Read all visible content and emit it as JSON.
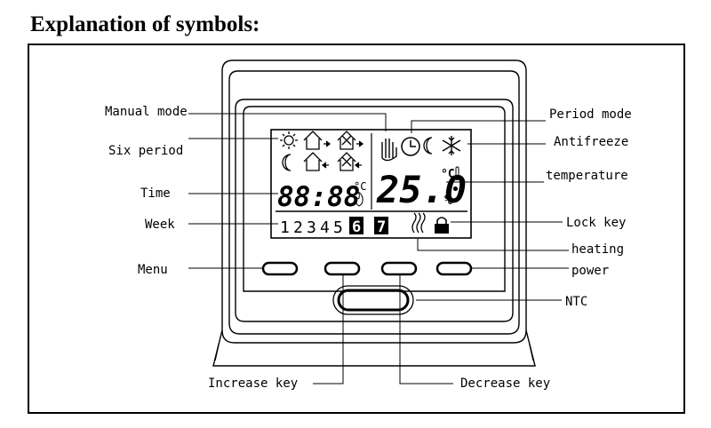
{
  "title": "Explanation of symbols:",
  "labels": {
    "manual_mode": "Manual mode",
    "six_period": "Six period",
    "time": "Time",
    "week": "Week",
    "menu": "Menu",
    "period_mode": "Period mode",
    "antifreeze": "Antifreeze",
    "temperature": "temperature",
    "lock_key": "Lock key",
    "heating": "heating",
    "power": "power",
    "ntc": "NTC",
    "increase_key": "Increase key",
    "decrease_key": "Decrease key"
  },
  "display": {
    "clock": "88:88",
    "clock_unit": "°C",
    "temperature": "25.0",
    "temp_unit": "°C",
    "humidity_unit": "%",
    "week_days": [
      "1",
      "2",
      "3",
      "4",
      "5"
    ],
    "week_highlight": [
      "6",
      "7"
    ]
  },
  "colors": {
    "ink": "#000000",
    "background": "#ffffff"
  }
}
